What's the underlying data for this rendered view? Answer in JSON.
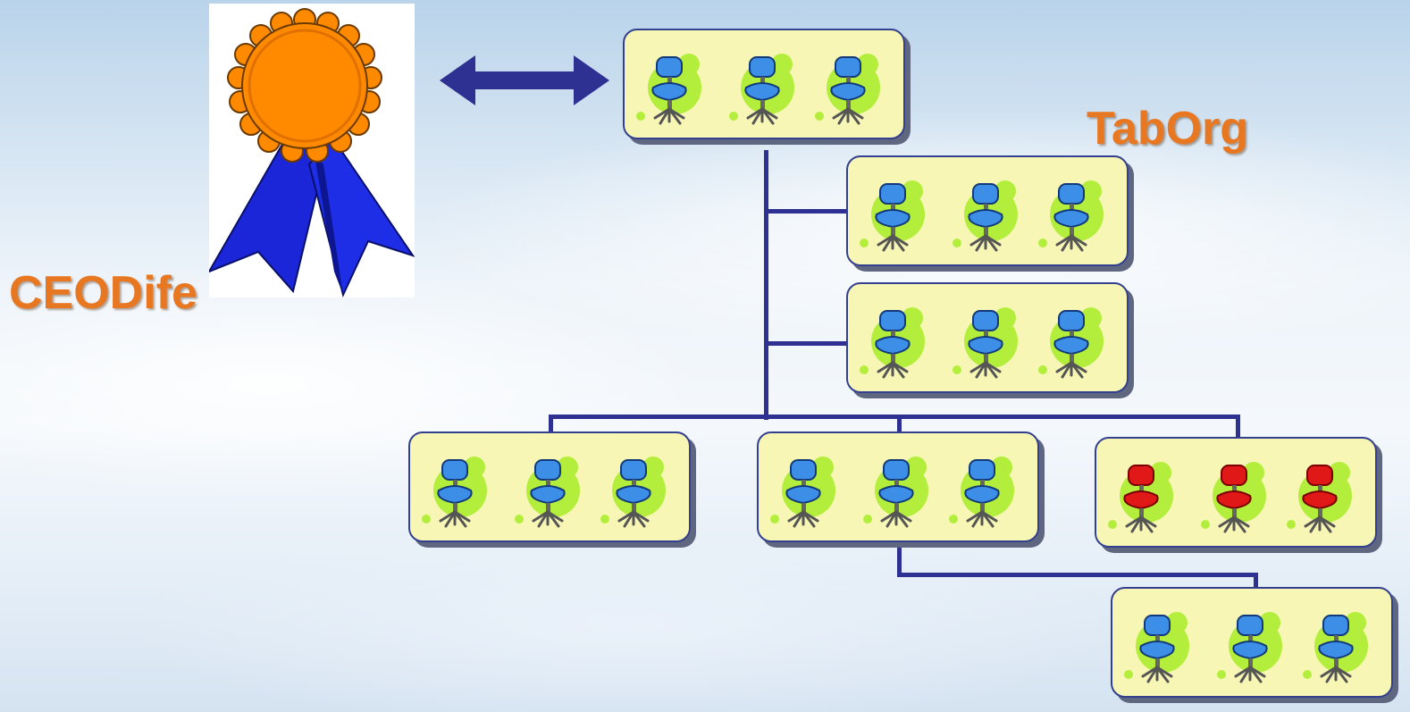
{
  "labels": {
    "ceo": "CEODife",
    "org": "TabOrg"
  },
  "icons": {
    "award": "award-ribbon-icon",
    "arrow": "double-arrow-icon",
    "chair": "office-chair-icon"
  },
  "colors": {
    "label_text": "#e87722",
    "connector": "#2e3192",
    "box_fill": "#f7f6b4",
    "chair_blue": "#3c8ee6",
    "chair_red": "#e01818",
    "chair_halo": "#b4ee3c",
    "award_orange": "#ff8a00",
    "award_ribbon": "#1a26d8"
  },
  "org_chart": {
    "units": [
      {
        "id": "top",
        "chairs": [
          "blue",
          "blue",
          "blue"
        ]
      },
      {
        "id": "staff-1",
        "chairs": [
          "blue",
          "blue",
          "blue"
        ]
      },
      {
        "id": "staff-2",
        "chairs": [
          "blue",
          "blue",
          "blue"
        ]
      },
      {
        "id": "branch-left",
        "chairs": [
          "blue",
          "blue",
          "blue"
        ]
      },
      {
        "id": "branch-middle",
        "chairs": [
          "blue",
          "blue",
          "blue"
        ]
      },
      {
        "id": "branch-right",
        "chairs": [
          "red",
          "red",
          "red"
        ]
      },
      {
        "id": "sub-unit",
        "chairs": [
          "blue",
          "blue",
          "blue"
        ]
      }
    ],
    "links": [
      [
        "top",
        "staff-1"
      ],
      [
        "top",
        "staff-2"
      ],
      [
        "top",
        "branch-left"
      ],
      [
        "top",
        "branch-middle"
      ],
      [
        "top",
        "branch-right"
      ],
      [
        "branch-middle",
        "sub-unit"
      ]
    ]
  }
}
